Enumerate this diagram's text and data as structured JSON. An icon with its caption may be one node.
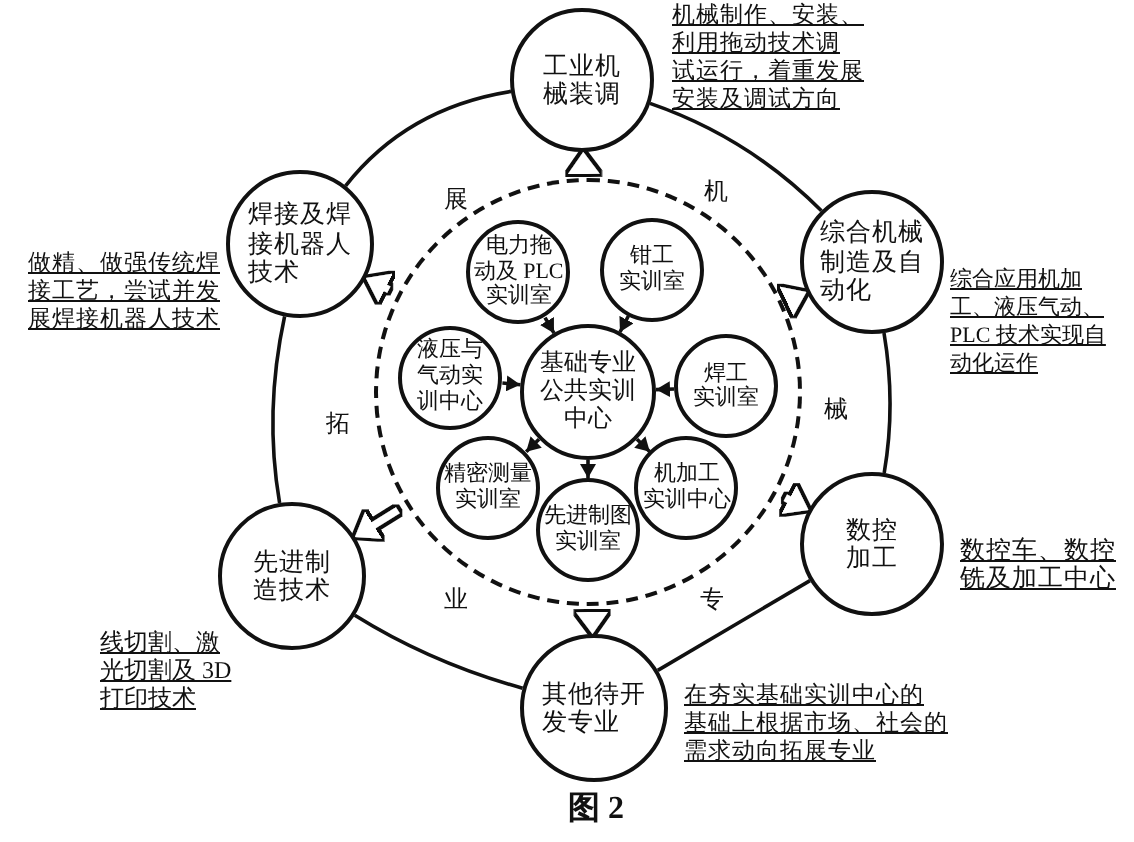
{
  "diagram": {
    "caption": "图 2",
    "nodes": [
      {
        "text": [
          "工业机械装调"
        ],
        "beside": [
          "机械制作、安装、利用拖动技术调试运行，着重发展安装及调试方向"
        ]
      },
      {
        "text": [
          "焊接及焊接机器人技术"
        ],
        "beside": [
          "做精、做强传统焊接工艺，尝试并发展焊接机器人技术"
        ]
      },
      {
        "text": [
          "综合机械制造及自动化"
        ],
        "beside": [
          "综合应用机加工、液压气动、PLC 技术实现自动化运作"
        ]
      },
      {
        "text": [],
        "shape": "circle"
      },
      {
        "text": [
          "电力拖动及 PLC实训室"
        ],
        "in": 3
      },
      {
        "text": [
          "钳工实训室"
        ],
        "in": 3
      },
      {
        "text": [
          "液压与气动实训中心"
        ],
        "in": 3
      },
      {
        "text": [
          "基础专业公共实训中心"
        ],
        "in": 3
      },
      {
        "text": [
          "焊工实训室"
        ],
        "in": 3
      },
      {
        "text": [
          "机加工实训中心"
        ],
        "in": 3
      },
      {
        "text": [
          "精密测量实训室"
        ],
        "in": 3
      },
      {
        "text": [
          "先进制图实训室"
        ],
        "in": 3
      },
      {
        "text": [
          "先进制造技术"
        ],
        "beside": [
          "线切割、激光切割及 3D打印技术"
        ]
      },
      {
        "text": [
          "数控加工"
        ],
        "beside": [
          "数控车、数控铣及加工中心"
        ]
      },
      {
        "text": [
          "其他待开发专业"
        ],
        "beside": [
          "在夯实基础实训中心的基础上根据市场、社会的需求动向拓展专业"
        ]
      }
    ],
    "edges": [
      {
        "from": 12,
        "to": 1,
        "arrow": "none",
        "label": "拓"
      },
      {
        "from": 1,
        "to": 0,
        "arrow": "none",
        "label": "展"
      },
      {
        "from": 0,
        "to": 2,
        "arrow": "none",
        "label": "机"
      },
      {
        "from": 2,
        "to": 13,
        "arrow": "none",
        "label": "械"
      },
      {
        "from": 13,
        "to": 14,
        "arrow": "none",
        "label": "专"
      },
      {
        "from": 14,
        "to": 12,
        "arrow": "none",
        "label": "业"
      },
      {
        "from": 3,
        "to": 0,
        "arrow": "to",
        "style": "thick"
      },
      {
        "from": 3,
        "to": 2,
        "arrow": "to",
        "style": "thick"
      },
      {
        "from": 3,
        "to": 13,
        "arrow": "to",
        "style": "thick"
      },
      {
        "from": 3,
        "to": 14,
        "arrow": "to",
        "style": "thick"
      },
      {
        "from": 3,
        "to": 12,
        "arrow": "to",
        "style": "thick"
      },
      {
        "from": 3,
        "to": 1,
        "arrow": "to",
        "style": "thick"
      },
      {
        "from": 4,
        "to": 7,
        "arrow": "to"
      },
      {
        "from": 5,
        "to": 7,
        "arrow": "to"
      },
      {
        "from": 6,
        "to": 7,
        "arrow": "to"
      },
      {
        "from": 8,
        "to": 7,
        "arrow": "to"
      },
      {
        "from": 7,
        "to": 10,
        "arrow": "to"
      },
      {
        "from": 7,
        "to": 11,
        "arrow": "to"
      },
      {
        "from": 7,
        "to": 9,
        "arrow": "to"
      }
    ]
  }
}
